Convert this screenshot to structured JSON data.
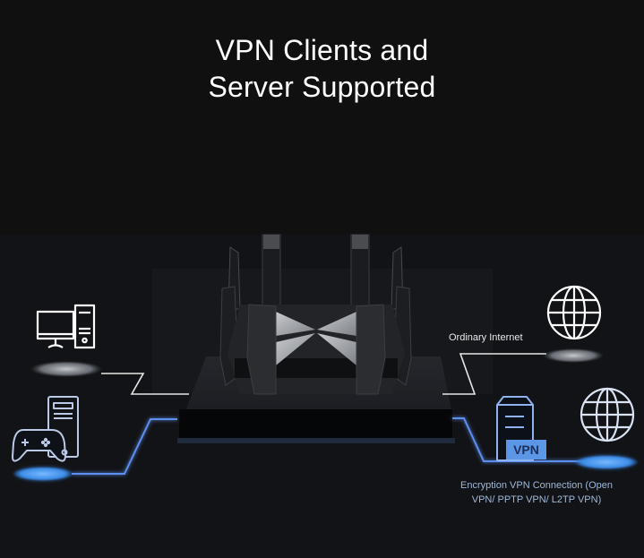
{
  "title": {
    "line1": "VPN Clients and",
    "line2": "Server Supported"
  },
  "labels": {
    "ordinary_internet": "Ordinary Internet",
    "vpn_connection_line1": "Encryption VPN Connection (Open",
    "vpn_connection_line2": "VPN/ PPTP VPN/ L2TP VPN)",
    "vpn_badge": "VPN"
  },
  "icons": {
    "left_top": "desktop-computer-icon",
    "left_bottom": "game-console-icon",
    "right_top": "globe-icon",
    "right_bottom_server": "vpn-server-icon",
    "right_bottom_globe": "globe-icon"
  },
  "colors": {
    "background": "#101010",
    "ordinary_line": "#e6e6e6",
    "vpn_line": "#4f86e8",
    "vpn_badge": "#5b97e6",
    "vpn_text": "#9fb8d8"
  }
}
